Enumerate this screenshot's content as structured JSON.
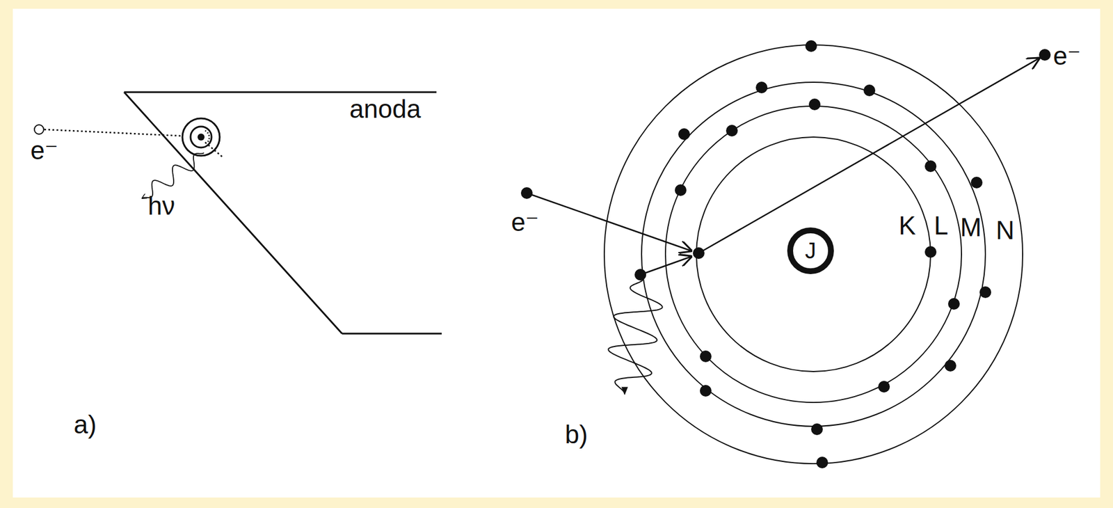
{
  "diagram": {
    "nodes": [
      {
        "text": [
          "J"
        ]
      }
    ],
    "labels": [
      "e⁻",
      "anoda",
      "hν",
      "a)",
      "e⁻",
      "e⁻",
      "K",
      "L",
      "M",
      "N",
      "b)"
    ]
  }
}
